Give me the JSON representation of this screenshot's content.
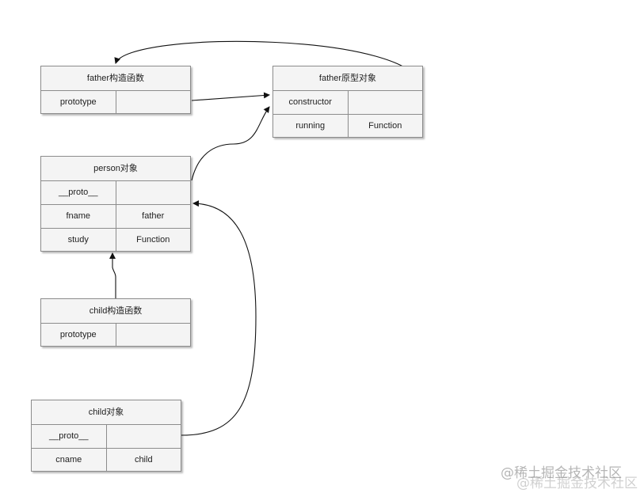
{
  "nodes": {
    "father_ctor": {
      "title": "father构造函数",
      "rows": [
        [
          "prototype",
          ""
        ]
      ]
    },
    "father_proto": {
      "title": "father原型对象",
      "rows": [
        [
          "constructor",
          ""
        ],
        [
          "running",
          "Function"
        ]
      ]
    },
    "person": {
      "title": "person对象",
      "rows": [
        [
          "__proto__",
          ""
        ],
        [
          "fname",
          "father"
        ],
        [
          "study",
          "Function"
        ]
      ]
    },
    "child_ctor": {
      "title": "child构造函数",
      "rows": [
        [
          "prototype",
          ""
        ]
      ]
    },
    "child_obj": {
      "title": "child对象",
      "rows": [
        [
          "__proto__",
          ""
        ],
        [
          "cname",
          "child"
        ]
      ]
    }
  },
  "watermark": {
    "text": "@稀土掘金技术社区",
    "ghost": "@稀土掘金技术社区"
  }
}
